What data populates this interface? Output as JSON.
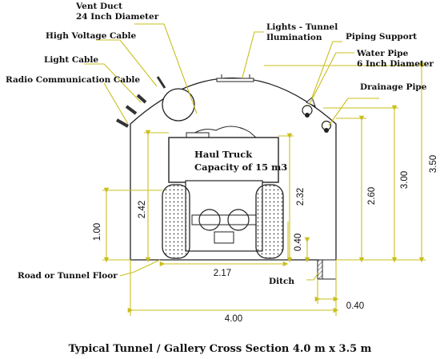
{
  "labels": {
    "vent_duct_line1": "Vent Duct",
    "vent_duct_line2": "24 Inch Diameter",
    "high_voltage": "High Voltage Cable",
    "light_cable": "Light Cable",
    "radio": "Radio Communication Cable",
    "lights_line1": "Lights - Tunnel",
    "lights_line2": "Ilumination",
    "piping_support": "Piping Support",
    "water_pipe_line1": "Water Pipe",
    "water_pipe_line2": "6 Inch Diameter",
    "drainage": "Drainage Pipe",
    "haul_truck_line1": "Haul Truck",
    "haul_truck_line2": "Capacity of 15 m3",
    "road": "Road or Tunnel Floor",
    "ditch": "Ditch"
  },
  "dimensions": {
    "d_242": "2.42",
    "d_232": "2.32",
    "d_260": "2.60",
    "d_300": "3.00",
    "d_350": "3.50",
    "d_100": "1.00",
    "d_040_v": "0.40",
    "d_217": "2.17",
    "d_040_h": "0.40",
    "d_400": "4.00"
  },
  "caption": "Typical Tunnel / Gallery Cross Section 4.0 m x 3.5 m",
  "colors": {
    "leader_lines": "#c9bf1e",
    "outline": "#222222"
  }
}
